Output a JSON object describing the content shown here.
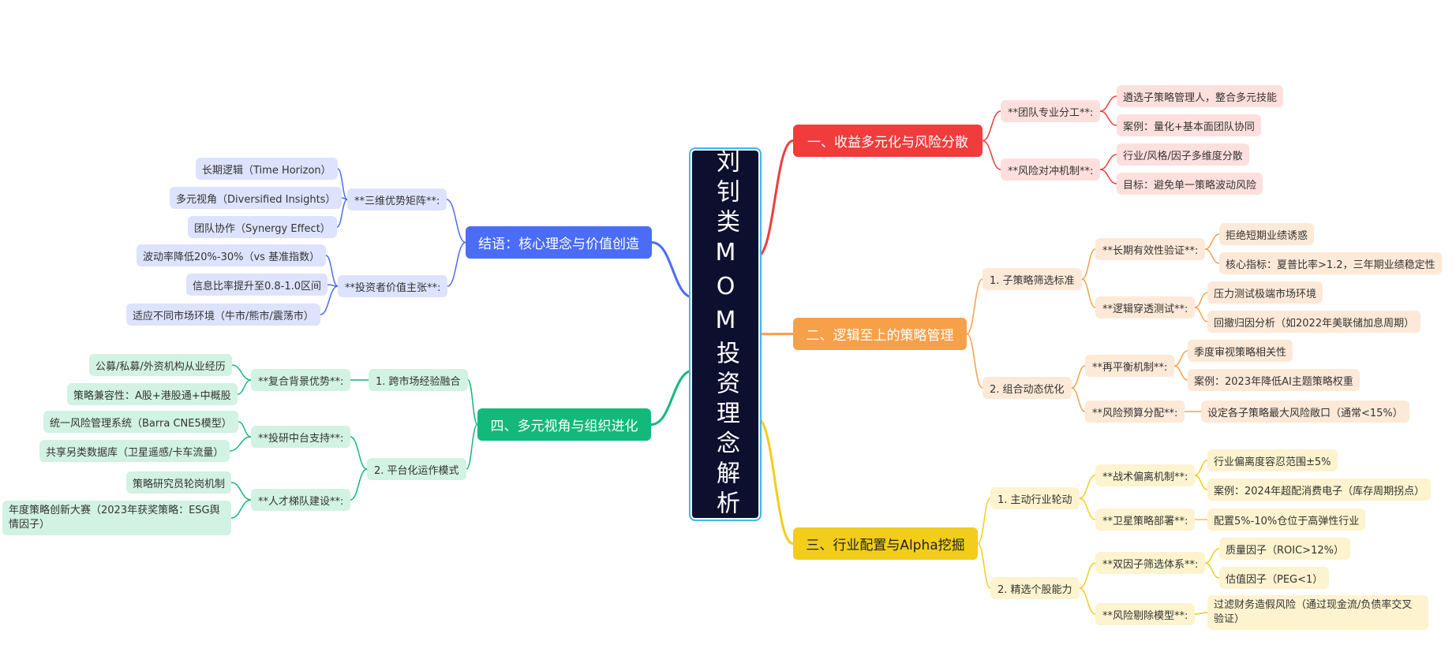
{
  "center": {
    "title": "刘钊类MOM投资理念解析"
  },
  "colors": {
    "red": "#f03c3c",
    "orange": "#f7a04a",
    "yellow": "#f2cd1b",
    "green": "#12b97b",
    "blue": "#4a6cf7"
  },
  "branches": {
    "b1": {
      "title": "一、收益多元化与风险分散",
      "s1": {
        "label": "**团队专业分工**:",
        "l1": "遴选子策略管理人，整合多元技能",
        "l2": "案例：量化+基本面团队协同"
      },
      "s2": {
        "label": "**风险对冲机制**:",
        "l1": "行业/风格/因子多维度分散",
        "l2": "目标：避免单一策略波动风险"
      }
    },
    "b2": {
      "title": "二、逻辑至上的策略管理",
      "g1": {
        "label": "1. 子策略筛选标准",
        "s1": {
          "label": "**长期有效性验证**:",
          "l1": "拒绝短期业绩诱惑",
          "l2": "核心指标：夏普比率>1.2，三年期业绩稳定性"
        },
        "s2": {
          "label": "**逻辑穿透测试**:",
          "l1": "压力测试极端市场环境",
          "l2": "回撤归因分析（如2022年美联储加息周期）"
        }
      },
      "g2": {
        "label": "2. 组合动态优化",
        "s1": {
          "label": "**再平衡机制**:",
          "l1": "季度审视策略相关性",
          "l2": "案例：2023年降低AI主题策略权重"
        },
        "s2": {
          "label": "**风险预算分配**:",
          "l1": "设定各子策略最大风险敞口（通常<15%）"
        }
      }
    },
    "b3": {
      "title": "三、行业配置与Alpha挖掘",
      "g1": {
        "label": "1. 主动行业轮动",
        "s1": {
          "label": "**战术偏离机制**:",
          "l1": "行业偏离度容忍范围±5%",
          "l2": "案例：2024年超配消费电子（库存周期拐点）"
        },
        "s2": {
          "label": "**卫星策略部署**:",
          "l1": "配置5%-10%仓位于高弹性行业"
        }
      },
      "g2": {
        "label": "2. 精选个股能力",
        "s1": {
          "label": "**双因子筛选体系**:",
          "l1": "质量因子（ROIC>12%）",
          "l2": "估值因子（PEG<1）"
        },
        "s2": {
          "label": "**风险剔除模型**:",
          "l1": "过滤财务造假风险（通过现金流/负债率交叉验证）"
        }
      }
    },
    "b4": {
      "title": "四、多元视角与组织进化",
      "g1": {
        "label": "1. 跨市场经验融合",
        "s1": {
          "label": "**复合背景优势**:",
          "l1": "公募/私募/外资机构从业经历",
          "l2": "策略兼容性：A股+港股通+中概股"
        }
      },
      "g2": {
        "label": "2. 平台化运作模式",
        "s1": {
          "label": "**投研中台支持**:",
          "l1": "统一风险管理系统（Barra CNE5模型）",
          "l2": "共享另类数据库（卫星遥感/卡车流量）"
        },
        "s2": {
          "label": "**人才梯队建设**:",
          "l1": "策略研究员轮岗机制",
          "l2": "年度策略创新大赛（2023年获奖策略：ESG舆情因子）"
        }
      }
    },
    "b5": {
      "title": "结语：核心理念与价值创造",
      "s1": {
        "label": "**三维优势矩阵**:",
        "l1": "长期逻辑（Time Horizon）",
        "l2": "多元视角（Diversified Insights）",
        "l3": "团队协作（Synergy Effect）"
      },
      "s2": {
        "label": "**投资者价值主张**:",
        "l1": "波动率降低20%-30%（vs 基准指数）",
        "l2": "信息比率提升至0.8-1.0区间",
        "l3": "适应不同市场环境（牛市/熊市/震荡市）"
      }
    }
  }
}
